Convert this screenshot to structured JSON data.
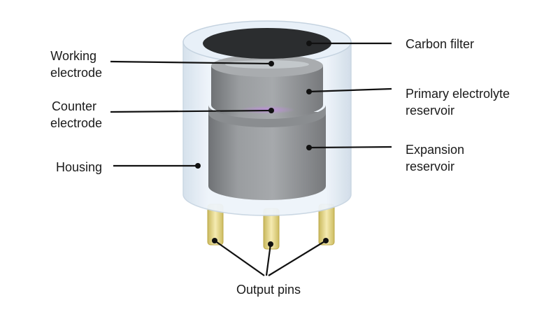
{
  "labels": {
    "working_electrode": [
      "Working",
      "electrode"
    ],
    "counter_electrode": [
      "Counter",
      "electrode"
    ],
    "housing": "Housing",
    "carbon_filter": "Carbon filter",
    "primary_electrolyte_reservoir": [
      "Primary electrolyte",
      "reservoir"
    ],
    "expansion_reservoir": [
      "Expansion",
      "reservoir"
    ],
    "output_pins": "Output pins"
  },
  "colors": {
    "housing_tint": "#e6eff8",
    "core_gray": "#8c8f92",
    "carbon_filter": "#2b2d2f",
    "pin_gold": "#e9d98a",
    "electrode_glow": "#b07acb"
  }
}
